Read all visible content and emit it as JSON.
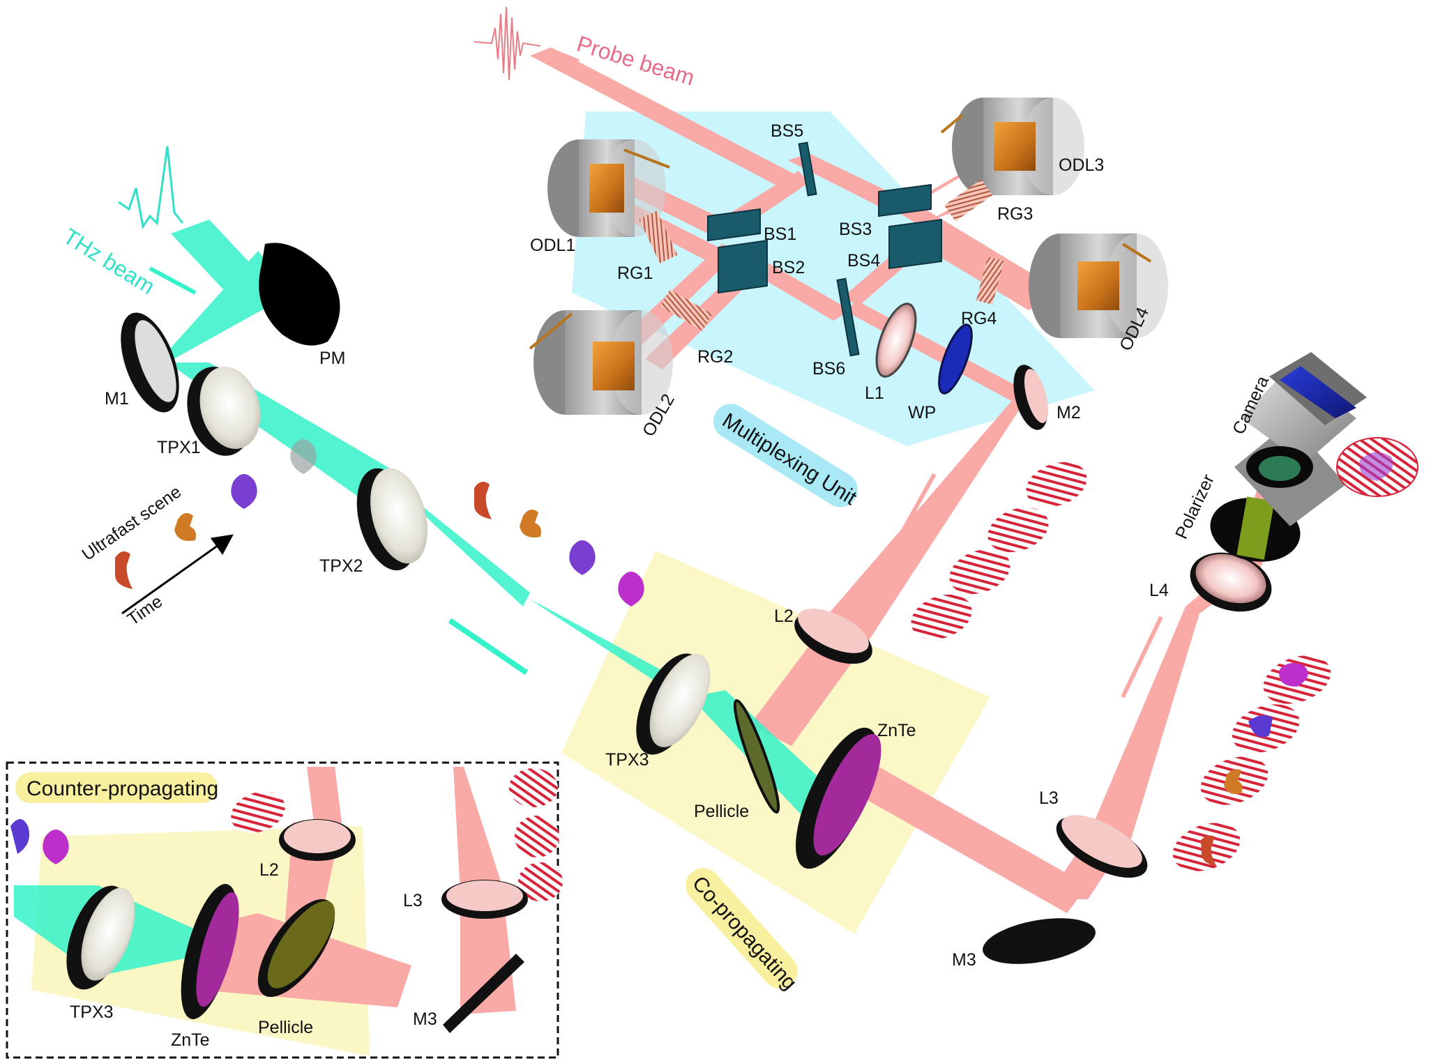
{
  "beams": {
    "probe_label": "Probe beam",
    "thz_label": "THz beam",
    "probe_color": "#f9a9a6",
    "thz_color": "#34f2c9"
  },
  "scene": {
    "axis_scene_label": "Ultrafast scene",
    "axis_time_label": "Time"
  },
  "multiplexing_unit": {
    "title": "Multiplexing Unit",
    "panel_color": "#bff3fb",
    "components": {
      "bs1": "BS1",
      "bs2": "BS2",
      "bs3": "BS3",
      "bs4": "BS4",
      "bs5": "BS5",
      "bs6": "BS6",
      "odl1": "ODL1",
      "odl2": "ODL2",
      "odl3": "ODL3",
      "odl4": "ODL4",
      "rg1": "RG1",
      "rg2": "RG2",
      "rg3": "RG3",
      "rg4": "RG4",
      "l1": "L1",
      "wp": "WP",
      "m2": "M2"
    }
  },
  "thz_path": {
    "pm": "PM",
    "m1": "M1",
    "tpx1": "TPX1",
    "tpx2": "TPX2"
  },
  "co_propagating": {
    "title": "Co-propagating",
    "panel_color": "#fbf7c4",
    "l2": "L2",
    "tpx3": "TPX3",
    "pellicle": "Pellicle",
    "znte": "ZnTe"
  },
  "detection": {
    "l3": "L3",
    "m3": "M3",
    "l4": "L4",
    "polarizer": "Polarizer",
    "camera": "Camera"
  },
  "inset": {
    "title": "Counter-propagating",
    "tpx3": "TPX3",
    "znte": "ZnTe",
    "pellicle": "Pellicle",
    "l2": "L2",
    "l3": "L3",
    "m3": "M3"
  }
}
